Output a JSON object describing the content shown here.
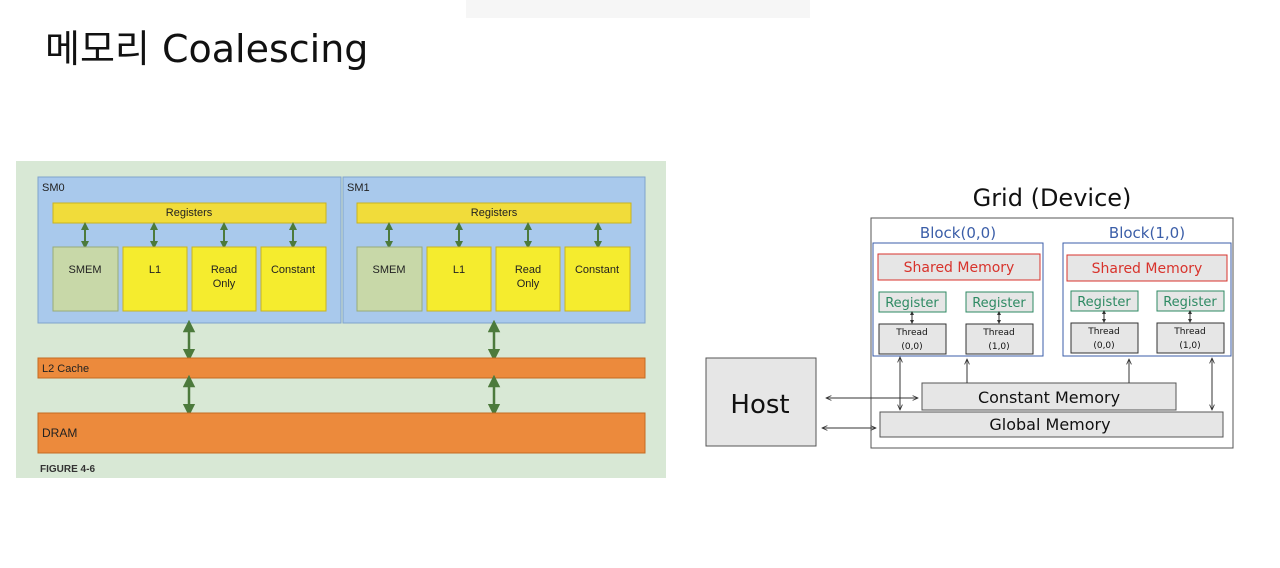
{
  "slide": {
    "title": "메모리 Coalescing"
  },
  "left_figure": {
    "sm0_label": "SM0",
    "sm1_label": "SM1",
    "registers_label": "Registers",
    "smem_label": "SMEM",
    "l1_label": "L1",
    "read_only_line1": "Read",
    "read_only_line2": "Only",
    "constant_label": "Constant",
    "l2_label": "L2 Cache",
    "dram_label": "DRAM",
    "caption": "FIGURE 4-6",
    "colors": {
      "background": "#d8e8d5",
      "sm_fill": "#a9c9ec",
      "register_bar": "#f1dc3a",
      "smem_fill": "#c8d8a8",
      "cache_fill": "#f5ec2e",
      "orange": "#ec8a3c",
      "arrow": "#4c7a3c"
    }
  },
  "right_figure": {
    "grid_title": "Grid (Device)",
    "block0_title": "Block(0,0)",
    "block1_title": "Block(1,0)",
    "shared_memory_label": "Shared Memory",
    "register_label": "Register",
    "thread_label": "Thread",
    "thread00_index": "(0,0)",
    "thread10_index": "(1,0)",
    "host_label": "Host",
    "constant_memory_label": "Constant Memory",
    "global_memory_label": "Global Memory",
    "colors": {
      "block_title": "#3b5ea8",
      "shared_memory_text": "#d8332c",
      "register_text": "#2e8a63",
      "box_fill": "#e6e6e6"
    }
  }
}
